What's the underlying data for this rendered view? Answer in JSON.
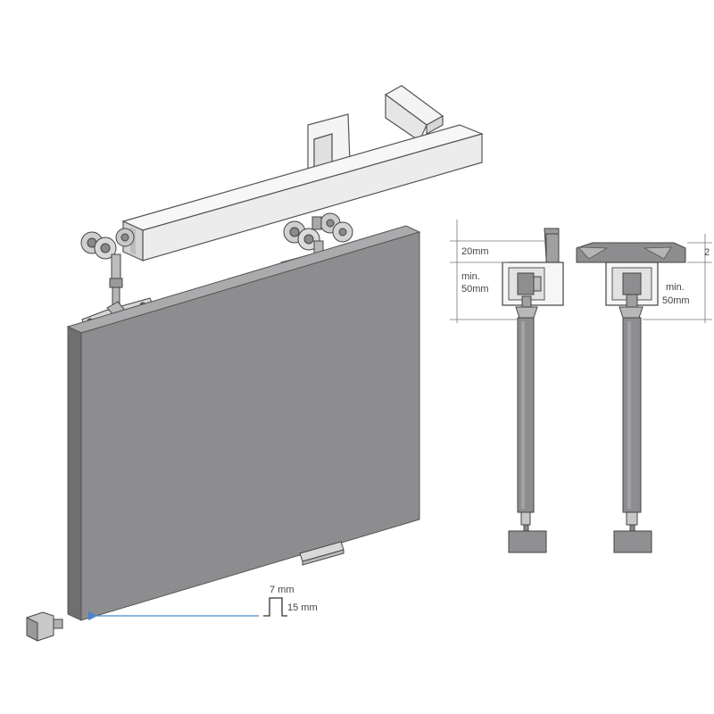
{
  "labels": {
    "top_gap": "20mm",
    "min_word_left": "min.",
    "min_value_left": "50mm",
    "min_word_right": "min.",
    "min_value_right": "50mm",
    "right_cut_dim": "2",
    "groove_width": "7 mm",
    "groove_depth": "15 mm"
  },
  "colors": {
    "panel": "#8d8d8f",
    "panel_edge": "#6f6f71",
    "rail": "#f2f2f2",
    "line": "#555555",
    "arrow": "#4a86c8",
    "hanger": "#929294",
    "dim_line": "#777777"
  }
}
